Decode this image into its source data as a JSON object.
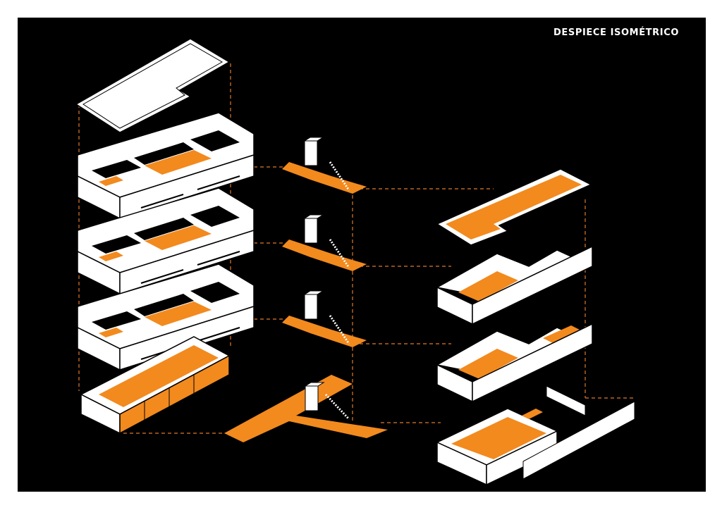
{
  "title": "DESPIECE ISOMÉTRICO",
  "colors": {
    "background": "#000000",
    "paper": "#ffffff",
    "line": "#ffffff",
    "accent": "#f28a1e",
    "leader": "#e0782a"
  },
  "elements": {
    "left_stack": [
      "roof-slab",
      "upper-floor-3",
      "upper-floor-2",
      "upper-floor-1",
      "ground-floor"
    ],
    "core_stack": [
      "core-level-3",
      "core-level-2",
      "core-level-1",
      "core-ground"
    ],
    "right_stack": [
      "right-roof",
      "right-floor-2",
      "right-floor-1",
      "right-ground",
      "perimeter-wall"
    ]
  }
}
